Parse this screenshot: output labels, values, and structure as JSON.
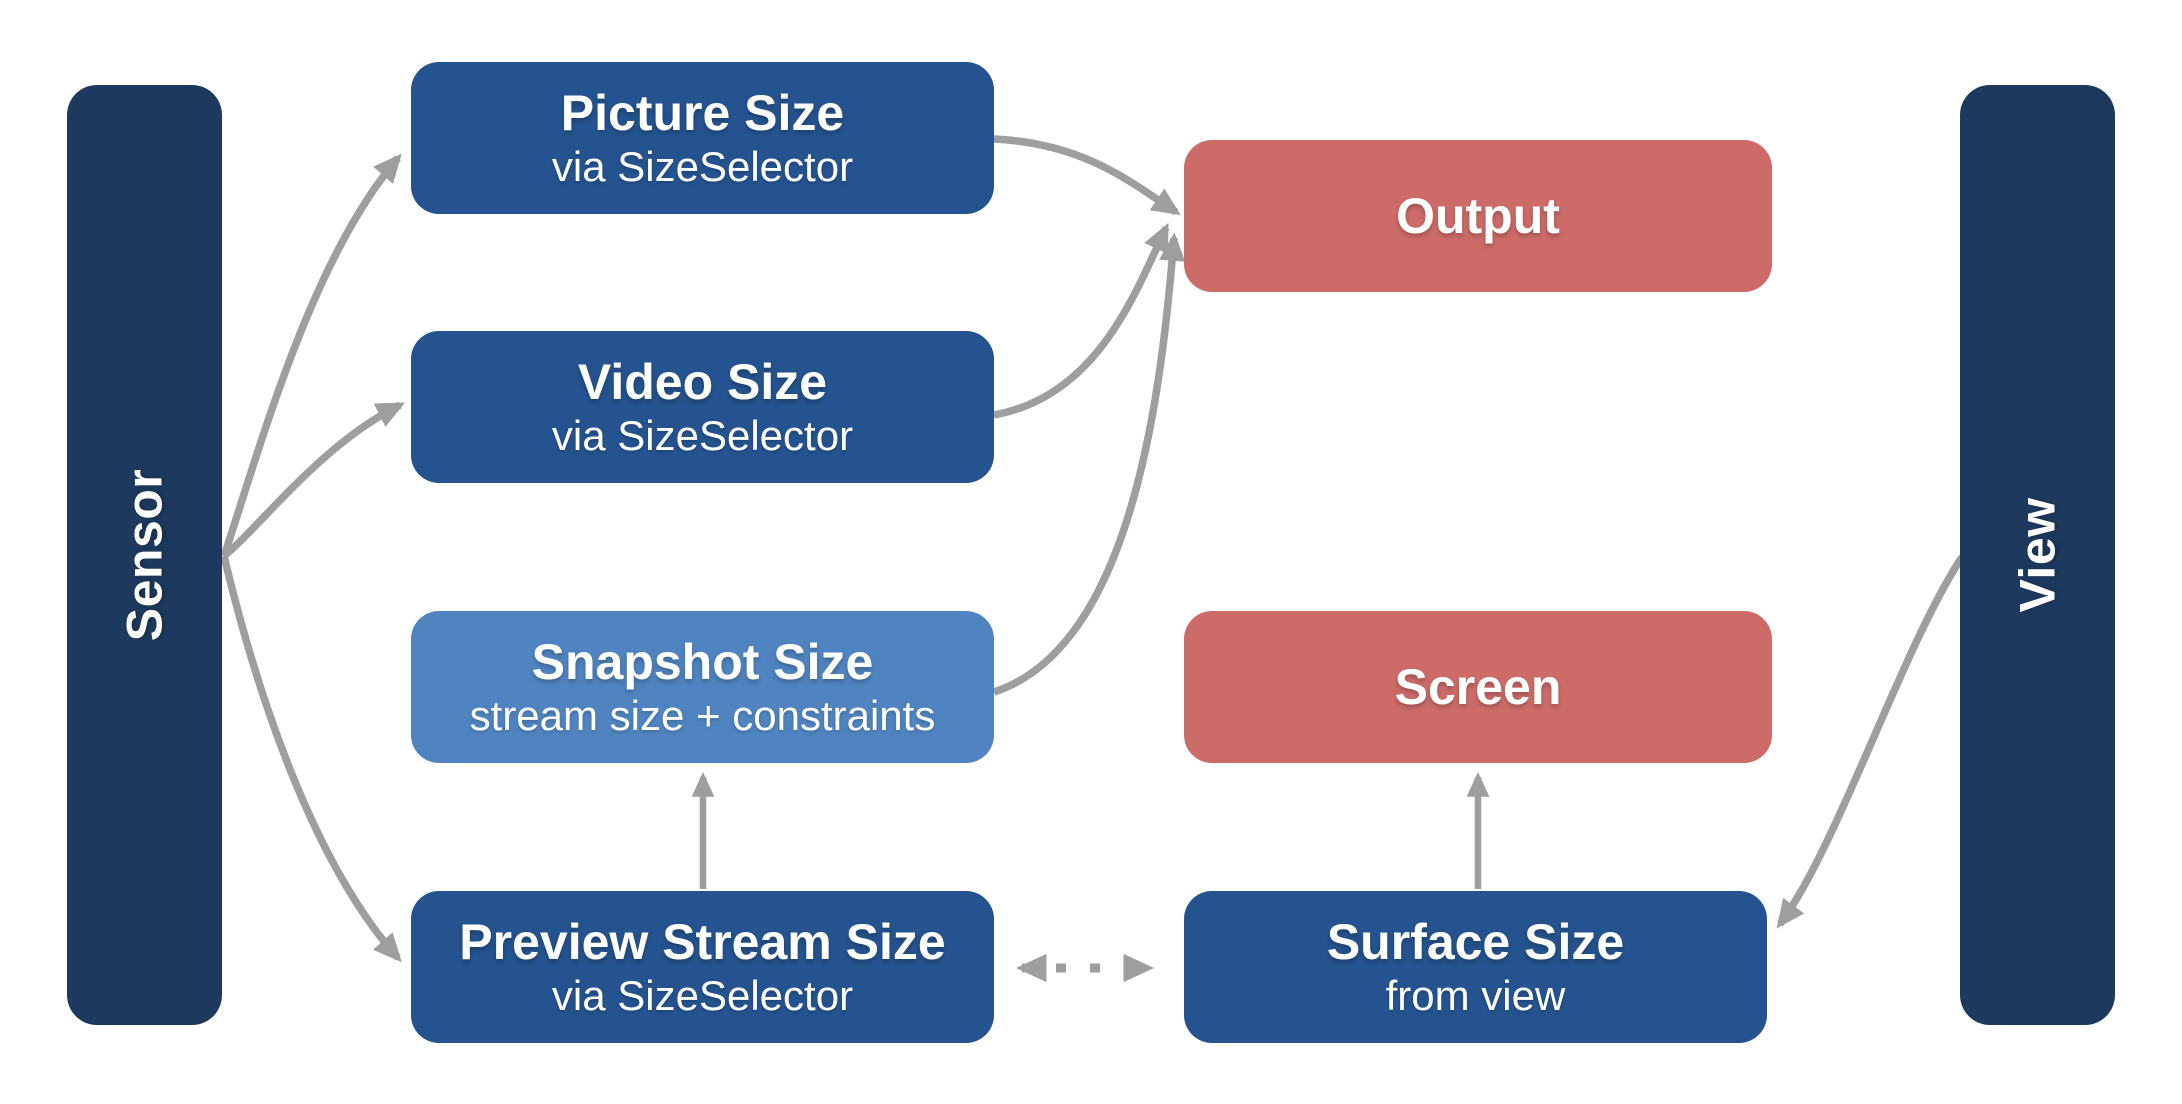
{
  "colors": {
    "navy": "#1d3a5e",
    "blue": "#24538f",
    "lightBlue": "#4f84c1",
    "salmon": "#cc6b68",
    "arrow": "#9e9e9e",
    "textOnDark": "#ffffff"
  },
  "bars": {
    "sensor": {
      "label": "Sensor"
    },
    "view": {
      "label": "View"
    }
  },
  "nodes": {
    "picture": {
      "title": "Picture Size",
      "subtitle": "via SizeSelector",
      "variant": "blue"
    },
    "video": {
      "title": "Video Size",
      "subtitle": "via SizeSelector",
      "variant": "blue"
    },
    "snapshot": {
      "title": "Snapshot Size",
      "subtitle": "stream size + constraints",
      "variant": "light-blue"
    },
    "preview": {
      "title": "Preview Stream Size",
      "subtitle": "via SizeSelector",
      "variant": "blue"
    },
    "output": {
      "title": "Output",
      "variant": "red"
    },
    "screen": {
      "title": "Screen",
      "variant": "red"
    },
    "surface": {
      "title": "Surface Size",
      "subtitle": "from view",
      "variant": "blue"
    }
  },
  "edges": [
    {
      "from": "sensor",
      "to": "picture",
      "style": "solid-curve",
      "arrow": "end"
    },
    {
      "from": "sensor",
      "to": "video",
      "style": "solid-curve",
      "arrow": "end"
    },
    {
      "from": "sensor",
      "to": "preview",
      "style": "solid-curve",
      "arrow": "end"
    },
    {
      "from": "picture",
      "to": "output",
      "style": "solid-curve",
      "arrow": "end"
    },
    {
      "from": "video",
      "to": "output",
      "style": "solid-curve",
      "arrow": "end"
    },
    {
      "from": "snapshot",
      "to": "output",
      "style": "solid-curve",
      "arrow": "end"
    },
    {
      "from": "preview",
      "to": "snapshot",
      "style": "solid-straight",
      "arrow": "end"
    },
    {
      "from": "surface",
      "to": "screen",
      "style": "solid-straight",
      "arrow": "end"
    },
    {
      "from": "preview",
      "to": "surface",
      "style": "dotted-straight",
      "arrow": "both"
    },
    {
      "from": "view",
      "to": "surface",
      "style": "solid-curve",
      "arrow": "end"
    }
  ]
}
